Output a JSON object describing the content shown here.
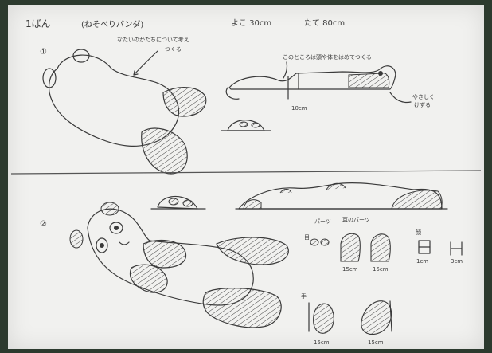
{
  "header": {
    "page_no": "1ばん",
    "subtitle": "(ねそべりパンダ)",
    "width_label": "よこ 30cm",
    "height_label": "たて 80cm"
  },
  "section1": {
    "number": "①",
    "note_top": "なたいのかたちについて考え",
    "note_top2": "つくる",
    "note_side": "このところは頭や体をはめてつくる",
    "dim_10": "10cm",
    "note_right": "やさしく",
    "note_right2": "けずる"
  },
  "section2": {
    "number": "②",
    "label_parts": "パーツ",
    "label_face": "顔",
    "label_ears": "耳のパーツ",
    "label_eyes": "目",
    "dim_ear1": "15cm",
    "dim_ear2": "15cm",
    "dim_small1": "1cm",
    "dim_small2": "3cm",
    "label_hand": "手",
    "dim_hand1": "15cm",
    "dim_hand2": "15cm"
  },
  "colors": {
    "paper": "#f1f1ef",
    "ink": "#3a3a3a",
    "background": "#2c3a2e"
  }
}
